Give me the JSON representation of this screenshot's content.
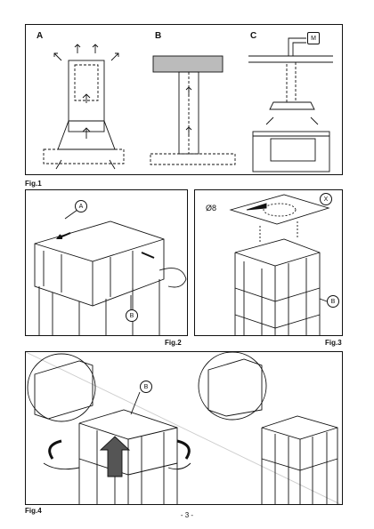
{
  "fig1": {
    "caption": "Fig.1",
    "panel_a": "A",
    "panel_b": "B",
    "panel_c": "C",
    "motor_label": "M"
  },
  "fig2": {
    "caption": "Fig.2",
    "callout_a": "A",
    "callout_b": "B"
  },
  "fig3": {
    "caption": "Fig.3",
    "diameter_label": "Ø8",
    "callout_x": "X",
    "callout_b": "B"
  },
  "fig4": {
    "caption": "Fig.4",
    "callout_b": "B"
  },
  "footer": {
    "page_number": "- 3 -"
  }
}
